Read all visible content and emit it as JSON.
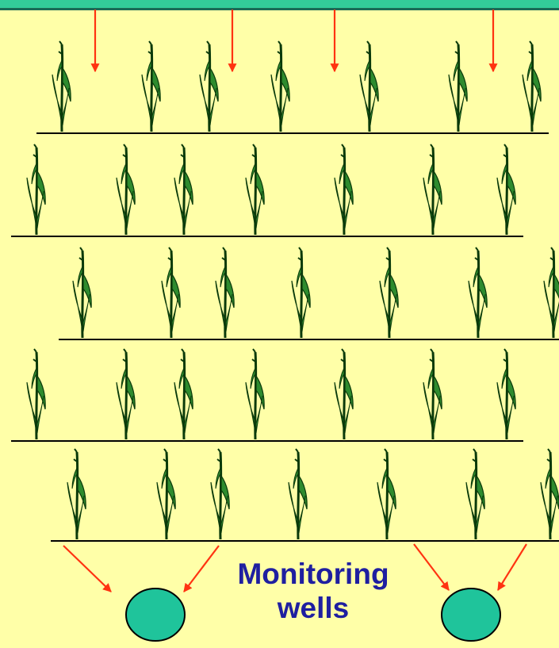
{
  "label": {
    "line1": "Monitoring",
    "line2": "wells"
  },
  "colors": {
    "background": "#FFFFA8",
    "top_bar": "#33CC99",
    "arrow": "#FF3311",
    "plant_fill": "#2E8B2E",
    "plant_outline": "#0A3A0A",
    "well_fill": "#1FC49B",
    "label_text": "#1F1FA0",
    "ground_line": "#000000"
  },
  "diagram": {
    "crop_rows": 5,
    "plants_per_row": [
      7,
      7,
      7,
      7,
      7
    ],
    "input_arrows": 4,
    "monitoring_wells": 2,
    "icons": [
      "plant-icon",
      "down-arrow-icon",
      "well-icon"
    ]
  }
}
